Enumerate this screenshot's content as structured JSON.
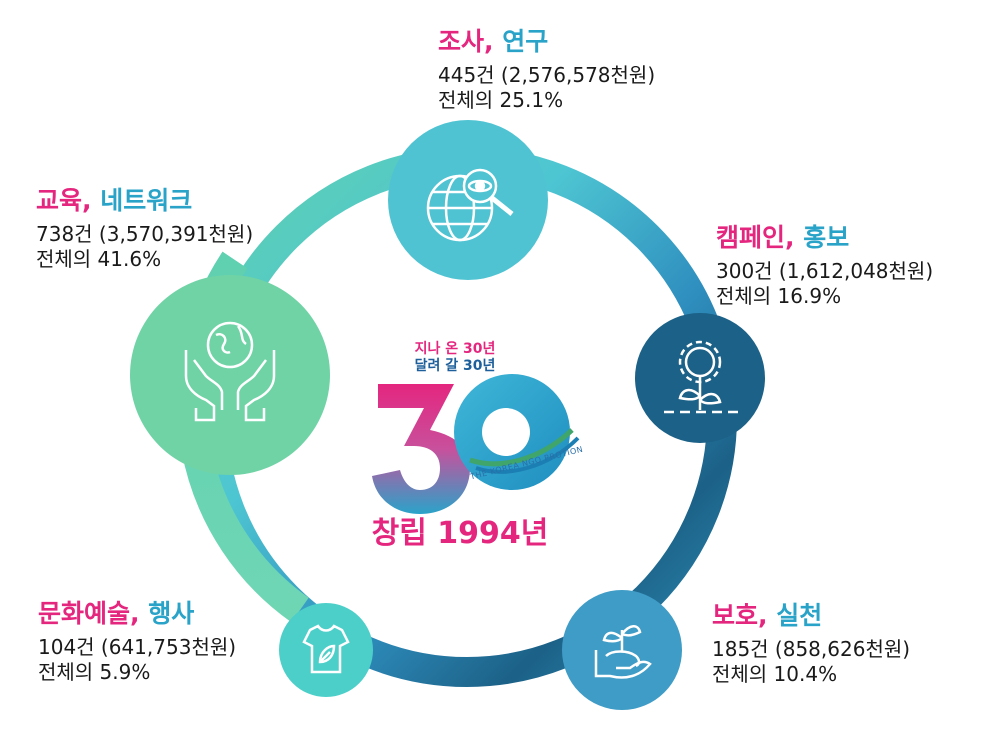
{
  "colors": {
    "pink": "#e4267f",
    "blue": "#2aa3c9",
    "circle_research": "#4fc3d2",
    "circle_campaign": "#1c6187",
    "circle_protect": "#3f9cc6",
    "circle_culture": "#4ccfc9",
    "circle_education": "#6fd3a6"
  },
  "center_logo": {
    "tagline_1": "지나 온 30년",
    "tagline_2": "달려 갈 30년",
    "big_number": "30",
    "arc_text": "THE KOREA NGO PROTION",
    "founded": "창립 1994년"
  },
  "segments": [
    {
      "id": "research",
      "title_pink": "조사",
      "title_sep": ",",
      "title_blue": "연구",
      "count_line": "445건 (2,576,578천원)",
      "share_line": "전체의 25.1%",
      "icon": "globe-magnifier-icon"
    },
    {
      "id": "campaign",
      "title_pink": "캠페인",
      "title_sep": ",",
      "title_blue": "홍보",
      "count_line": "300건 (1,612,048천원)",
      "share_line": "전체의 16.9%",
      "icon": "gear-plant-icon"
    },
    {
      "id": "protect",
      "title_pink": "보호",
      "title_sep": ",",
      "title_blue": "실천",
      "count_line": "185건 (858,626천원)",
      "share_line": "전체의 10.4%",
      "icon": "hand-sprout-icon"
    },
    {
      "id": "culture",
      "title_pink": "문화예술",
      "title_sep": ",",
      "title_blue": "행사",
      "count_line": "104건 (641,753천원)",
      "share_line": "전체의 5.9%",
      "icon": "tshirt-leaf-icon"
    },
    {
      "id": "education",
      "title_pink": "교육",
      "title_sep": ",",
      "title_blue": "네트워크",
      "count_line": "738건 (3,570,391천원)",
      "share_line": "전체의 41.6%",
      "icon": "hands-globe-icon"
    }
  ]
}
